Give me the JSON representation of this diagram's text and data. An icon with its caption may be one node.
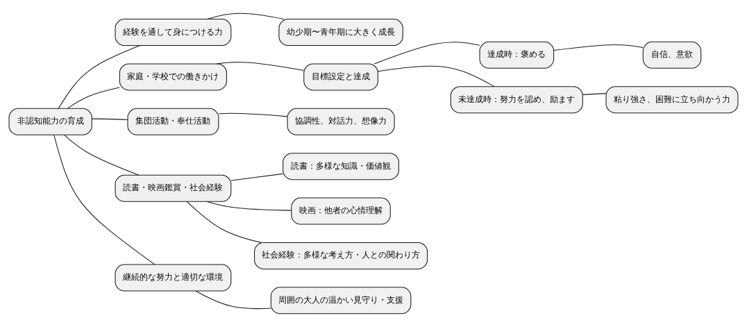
{
  "diagram": {
    "nodes": [
      {
        "text": [
          "非認知能力の育成"
        ]
      },
      {
        "text": [
          "経験を通して身につける力"
        ]
      },
      {
        "text": [
          "幼少期〜青年期に大きく成長"
        ]
      },
      {
        "text": [
          "家庭・学校での働きかけ"
        ]
      },
      {
        "text": [
          "目標設定と達成"
        ]
      },
      {
        "text": [
          "達成時：褒める"
        ]
      },
      {
        "text": [
          "自信、意欲"
        ]
      },
      {
        "text": [
          "未達成時：努力を認め、励ます"
        ]
      },
      {
        "text": [
          "粘り強さ、困難に立ち向かう力"
        ]
      },
      {
        "text": [
          "集団活動・奉仕活動"
        ]
      },
      {
        "text": [
          "協調性、対話力、想像力"
        ]
      },
      {
        "text": [
          "読書・映画鑑賞・社会経験"
        ]
      },
      {
        "text": [
          "読書：多様な知識・価値観"
        ]
      },
      {
        "text": [
          "映画：他者の心情理解"
        ]
      },
      {
        "text": [
          "社会経験：多様な考え方・人との関わり方"
        ]
      },
      {
        "text": [
          "継続的な努力と適切な環境"
        ]
      },
      {
        "text": [
          "周囲の大人の温かい見守り・支援"
        ]
      }
    ],
    "edges": [
      {
        "from": 0,
        "to": 1,
        "arrow": "none"
      },
      {
        "from": 1,
        "to": 2,
        "arrow": "none"
      },
      {
        "from": 0,
        "to": 3,
        "arrow": "none"
      },
      {
        "from": 3,
        "to": 4,
        "arrow": "none"
      },
      {
        "from": 4,
        "to": 5,
        "arrow": "none"
      },
      {
        "from": 5,
        "to": 6,
        "arrow": "none"
      },
      {
        "from": 4,
        "to": 7,
        "arrow": "none"
      },
      {
        "from": 7,
        "to": 8,
        "arrow": "none"
      },
      {
        "from": 0,
        "to": 9,
        "arrow": "none"
      },
      {
        "from": 9,
        "to": 10,
        "arrow": "none"
      },
      {
        "from": 0,
        "to": 11,
        "arrow": "none"
      },
      {
        "from": 11,
        "to": 12,
        "arrow": "none"
      },
      {
        "from": 11,
        "to": 13,
        "arrow": "none"
      },
      {
        "from": 11,
        "to": 14,
        "arrow": "none"
      },
      {
        "from": 0,
        "to": 15,
        "arrow": "none"
      },
      {
        "from": 15,
        "to": 16,
        "arrow": "none"
      }
    ]
  }
}
